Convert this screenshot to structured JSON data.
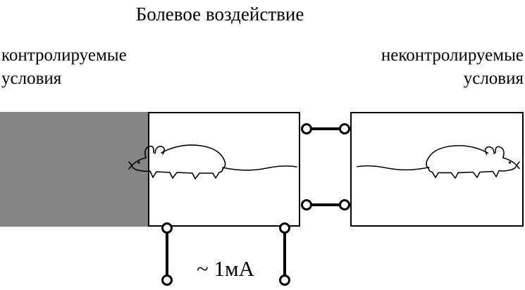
{
  "title": "Болевое воздействие",
  "conditions": {
    "left": {
      "line1": "контролируемые",
      "line2": "условия"
    },
    "right": {
      "line1": "неконтролируемые",
      "line2": "условия"
    }
  },
  "current_label": "~ 1мА",
  "colors": {
    "shaded_panel": "#848484",
    "outline": "#000000",
    "background": "#ffffff"
  }
}
